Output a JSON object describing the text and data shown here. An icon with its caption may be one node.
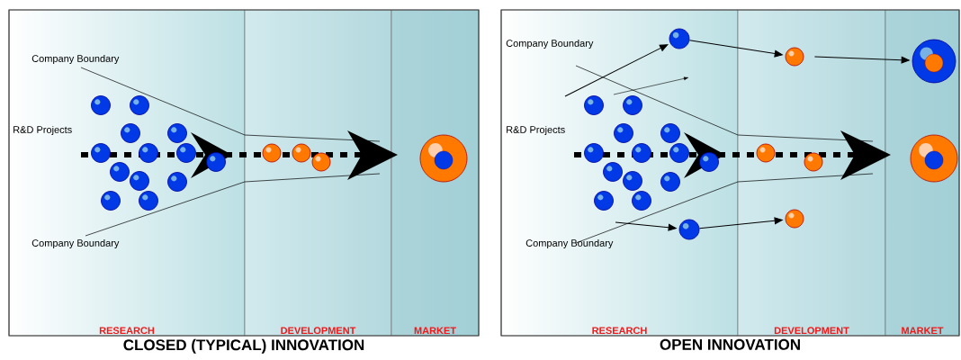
{
  "diagram": {
    "nodes": [
      {
        "text": [
          "CLOSED (TYPICAL) INNOVATION"
        ]
      },
      {
        "text": [
          "RESEARCH"
        ],
        "in": 0
      },
      {
        "text": [
          "DEVELOPMENT"
        ],
        "in": 0
      },
      {
        "text": [
          "MARKET"
        ],
        "in": 0
      },
      {
        "text": [],
        "shape": "circle",
        "in": 3
      },
      {
        "text": [
          "OPEN INNOVATION"
        ]
      },
      {
        "text": [
          "RESEARCH"
        ],
        "in": 5
      },
      {
        "text": [
          "DEVELOPMENT"
        ],
        "in": 5
      },
      {
        "text": [
          "MARKET"
        ],
        "in": 5
      },
      {
        "text": [],
        "shape": "circle",
        "in": 6
      },
      {
        "text": [],
        "shape": "circle",
        "in": 7
      },
      {
        "text": [],
        "shape": "circle",
        "in": 8
      },
      {
        "text": [],
        "shape": "circle",
        "in": 8
      },
      {
        "text": [],
        "shape": "circle",
        "in": 6
      },
      {
        "text": [],
        "shape": "circle",
        "in": 7
      }
    ],
    "edges": [
      {
        "from": null,
        "to": 9,
        "arrow": "to"
      },
      {
        "from": 9,
        "to": 10,
        "arrow": "to"
      },
      {
        "from": 10,
        "to": 11,
        "arrow": "to"
      },
      {
        "from": null,
        "to": 13,
        "arrow": "to"
      },
      {
        "from": 13,
        "to": 14,
        "arrow": "to"
      }
    ],
    "labels": [
      "Company Boundary",
      "R&D Projects",
      "Company Boundary",
      "Company Boundary",
      "R&D Projects",
      "Company Boundary"
    ]
  }
}
